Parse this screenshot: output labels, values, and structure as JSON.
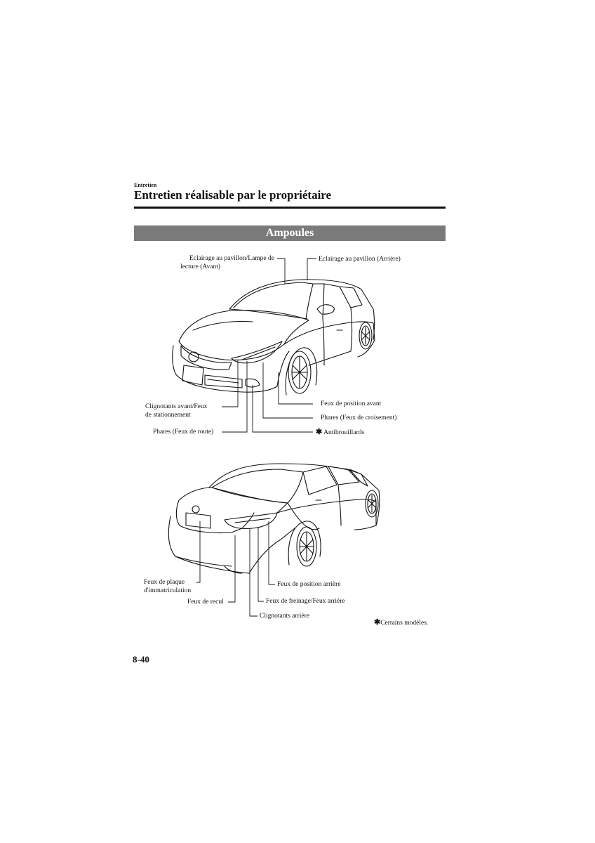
{
  "header": {
    "section": "Entretien",
    "title": "Entretien réalisable par le propriétaire"
  },
  "banner": "Ampoules",
  "front_labels": {
    "roof_front_line1": "Eclairage au pavillon/Lampe de",
    "roof_front_line2": "lecture (Avant)",
    "roof_rear": "Eclairage au pavillon (Arrière)",
    "turn_front_line1": "Clignotants avant/Feux",
    "turn_front_line2": "de stationnement",
    "high_beam": "Phares (Feux de route)",
    "front_position": "Feux de position avant",
    "low_beam": "Phares (Feux de croisement)",
    "fog_mark": "✱",
    "fog": "Antibrouillards"
  },
  "rear_labels": {
    "plate_line1": "Feux de plaque",
    "plate_line2": "d'immatriculation",
    "reverse": "Feux de recul",
    "rear_position": "Feux de position arrière",
    "brake": "Feux de freinage/Feux arrière",
    "turn_rear": "Clignotants arrière"
  },
  "footnote": {
    "mark": "✱",
    "text": "Certains modèles."
  },
  "page_number": "8-40"
}
